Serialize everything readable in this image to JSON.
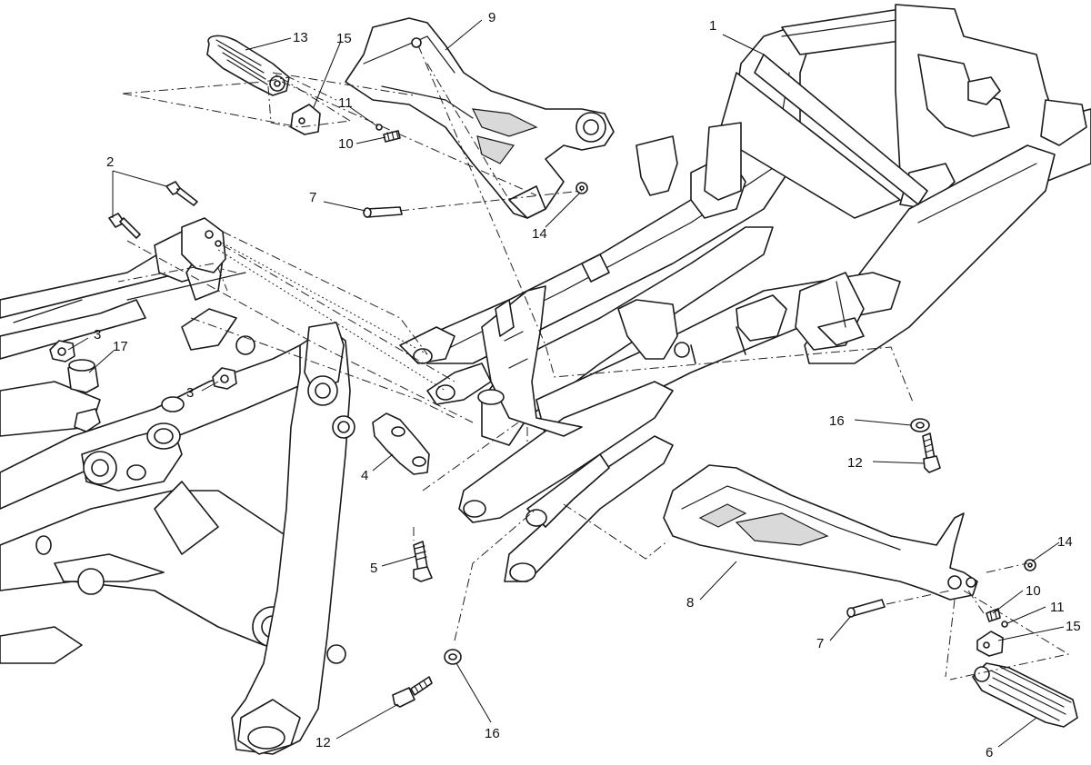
{
  "callouts": [
    {
      "id": "c1",
      "text": "1"
    },
    {
      "id": "c2",
      "text": "2"
    },
    {
      "id": "c3a",
      "text": "3"
    },
    {
      "id": "c3b",
      "text": "3"
    },
    {
      "id": "c4",
      "text": "4"
    },
    {
      "id": "c5",
      "text": "5"
    },
    {
      "id": "c6",
      "text": "6"
    },
    {
      "id": "c7a",
      "text": "7"
    },
    {
      "id": "c7b",
      "text": "7"
    },
    {
      "id": "c8",
      "text": "8"
    },
    {
      "id": "c9",
      "text": "9"
    },
    {
      "id": "c10a",
      "text": "10"
    },
    {
      "id": "c10b",
      "text": "10"
    },
    {
      "id": "c11a",
      "text": "11"
    },
    {
      "id": "c11b",
      "text": "11"
    },
    {
      "id": "c12a",
      "text": "12"
    },
    {
      "id": "c12b",
      "text": "12"
    },
    {
      "id": "c13",
      "text": "13"
    },
    {
      "id": "c14a",
      "text": "14"
    },
    {
      "id": "c14b",
      "text": "14"
    },
    {
      "id": "c15a",
      "text": "15"
    },
    {
      "id": "c15b",
      "text": "15"
    },
    {
      "id": "c16a",
      "text": "16"
    },
    {
      "id": "c16b",
      "text": "16"
    },
    {
      "id": "c17",
      "text": "17"
    }
  ]
}
